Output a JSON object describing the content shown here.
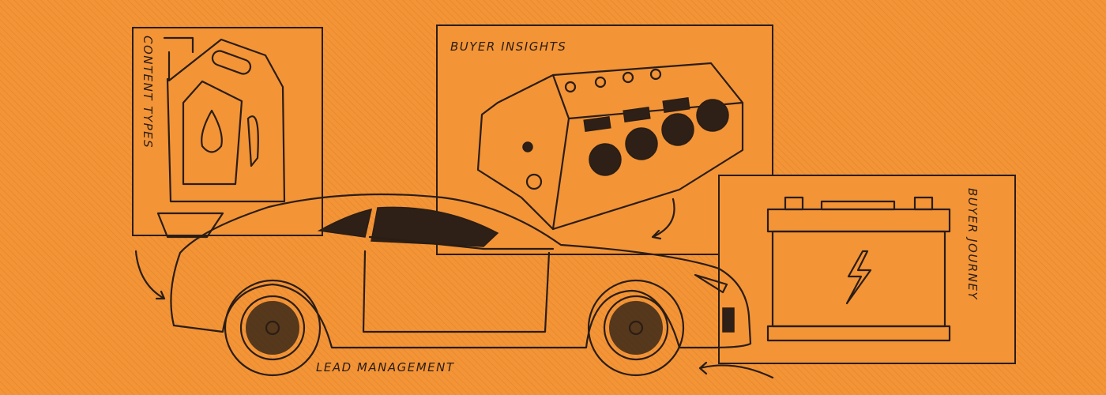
{
  "labels": {
    "content_types": "CONTENT TYPES",
    "buyer_insights": "BUYER INSIGHTS",
    "buyer_journey": "BUYER JOURNEY",
    "lead_management": "LEAD MANAGEMENT"
  },
  "colors": {
    "background": "#f39437",
    "ink": "#2a1d14"
  }
}
